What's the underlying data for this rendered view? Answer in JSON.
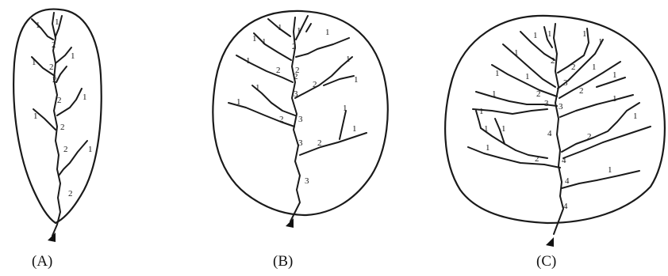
{
  "panels": [
    {
      "label": "(A)",
      "orders": [
        "1",
        "1",
        "2",
        "1",
        "1",
        "2",
        "2",
        "1",
        "1",
        "2",
        "2",
        "1",
        "2"
      ]
    },
    {
      "label": "(B)",
      "orders": [
        "1",
        "1",
        "1",
        "1",
        "1",
        "2",
        "1",
        "2",
        "1",
        "2",
        "2",
        "1",
        "1",
        "2",
        "3",
        "1",
        "3",
        "1",
        "3",
        "2",
        "3"
      ]
    },
    {
      "label": "(C)",
      "orders": [
        "1",
        "1",
        "1",
        "1",
        "1",
        "2",
        "1",
        "2",
        "1",
        "3",
        "1",
        "1",
        "2",
        "1",
        "2",
        "3",
        "3",
        "1",
        "1",
        "1",
        "1",
        "4",
        "2",
        "2",
        "4",
        "1",
        "4",
        "4"
      ]
    }
  ]
}
